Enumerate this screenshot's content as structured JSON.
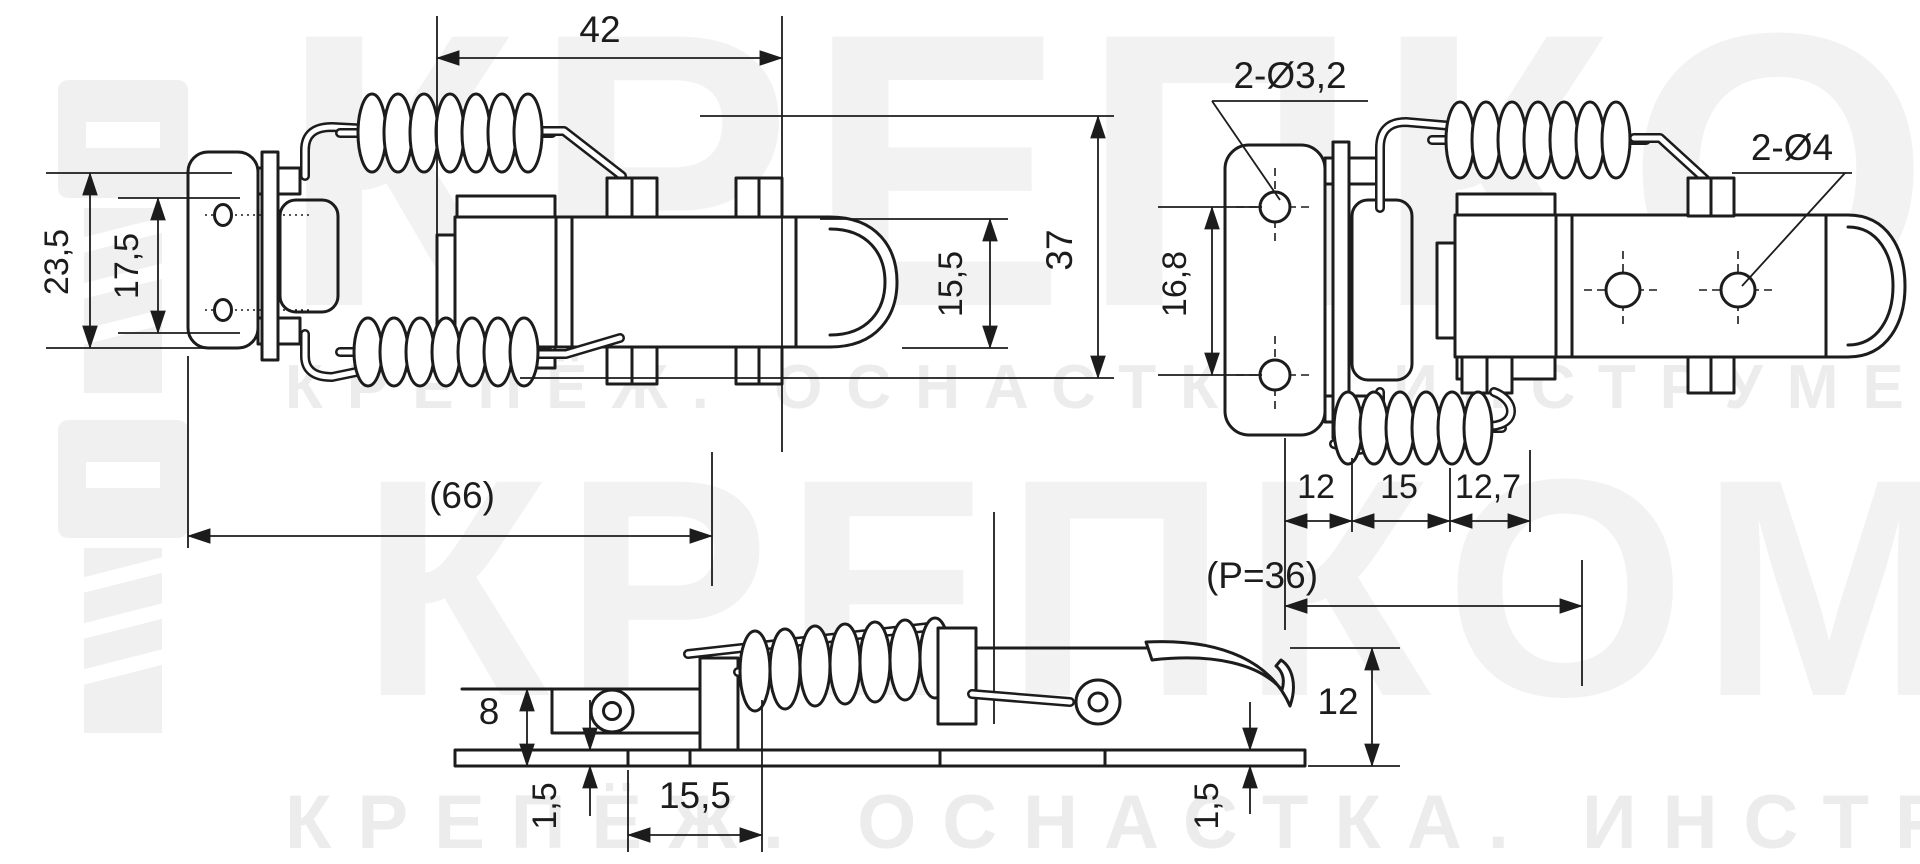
{
  "page": {
    "background": "#ffffff"
  },
  "watermark": {
    "brand_top": "КРЕПКОМ",
    "brand_middle": "КРЕПКОМ",
    "tagline_upper": "КРЕПЁЖ. ОСНАСТКА. ИНСТРУМЕНТ",
    "tagline_lower": "КРЕПЁЖ. ОСНАСТКА. ИНСТРУМЕНТ",
    "color": "#f0f0f0"
  },
  "drawing": {
    "line_color": "#1c1c1c",
    "view_top_closed": {
      "dim_width_to_catch": "42",
      "dim_plate_length": "23,5",
      "dim_plate_holes_span": "17,5",
      "dim_body_width": "15,5",
      "dim_overall_width": "37",
      "dim_overall_length": "(66)"
    },
    "view_top_open": {
      "callout_plate_holes": "2-Ø3,2",
      "callout_latch_holes": "2-Ø4",
      "dim_plate_holes_span": "16,8",
      "dim_segment_1": "12",
      "dim_segment_2": "15",
      "dim_segment_3": "12,7",
      "dim_pitch": "(P=36)"
    },
    "view_side": {
      "dim_height": "8",
      "dim_plate_thickness_left": "1,5",
      "dim_catch_offset": "15,5",
      "dim_hook_height": "12",
      "dim_plate_thickness_right": "1,5"
    }
  }
}
